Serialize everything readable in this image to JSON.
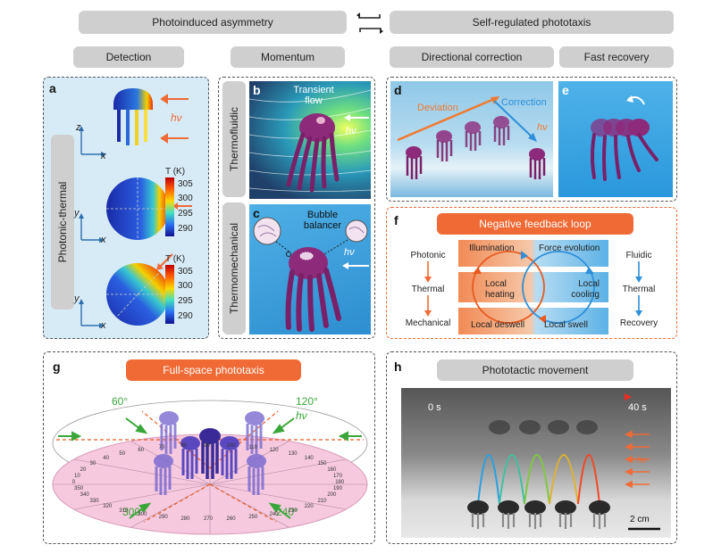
{
  "headers": {
    "left": "Photoinduced asymmetry",
    "right": "Self-regulated phototaxis",
    "detection": "Detection",
    "momentum": "Momentum",
    "directional": "Directional correction",
    "fast_recovery": "Fast recovery"
  },
  "panel_a": {
    "label": "a",
    "side_label": "Photonic-thermal",
    "hv": "hν",
    "axis_z": "z",
    "axis_y": "y",
    "axis_x": "x",
    "colorbar_title": "T (K)",
    "ticks": [
      "305",
      "300",
      "295",
      "290"
    ]
  },
  "panel_b": {
    "label": "b",
    "side_label": "Thermofluidic",
    "flow_label": "Transient flow",
    "hv": "hν"
  },
  "panel_c": {
    "label": "c",
    "side_label": "Thermomechanical",
    "bubble_label": "Bubble balancer",
    "hv": "hν"
  },
  "panel_d": {
    "label": "d",
    "deviation": "Deviation",
    "correction": "Correction",
    "hv": "hν"
  },
  "panel_e": {
    "label": "e"
  },
  "panel_f": {
    "label": "f",
    "title": "Negative feedback loop",
    "left": [
      "Photonic",
      "Thermal",
      "Mechanical"
    ],
    "right": [
      "Fluidic",
      "Thermal",
      "Recovery"
    ],
    "illumination": "Illumination",
    "force_evolution": "Force evolution",
    "local_heating": "Local heating",
    "local_cooling": "Local cooling",
    "local_deswell": "Local deswell",
    "local_swell": "Local swell"
  },
  "panel_g": {
    "label": "g",
    "title": "Full-space phototaxis",
    "angles": [
      "60°",
      "120°",
      "300°",
      "240°"
    ],
    "hv": "hν",
    "dial": [
      "0",
      "10",
      "20",
      "30",
      "40",
      "50",
      "60",
      "70",
      "80",
      "90",
      "100",
      "110",
      "120",
      "130",
      "140",
      "150",
      "160",
      "170",
      "180",
      "190",
      "200",
      "210",
      "220",
      "230",
      "240",
      "250",
      "260",
      "270",
      "280",
      "290",
      "300",
      "310",
      "320",
      "330",
      "340",
      "350"
    ]
  },
  "panel_h": {
    "label": "h",
    "title": "Phototactic movement",
    "t_start": "0 s",
    "t_end": "40 s",
    "hv": "hν",
    "scale": "2 cm"
  },
  "colors": {
    "header_gray": "#cfcfcf",
    "orange": "#f06a35",
    "blue": "#2e8fd8",
    "jelly_purple": "#8d2a7a",
    "green": "#3aa63a"
  }
}
